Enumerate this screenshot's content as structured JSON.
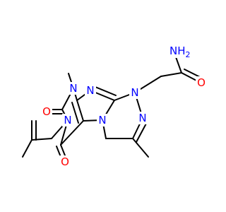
{
  "molecule": {
    "colors": {
      "carbon_bond": "#000000",
      "nitrogen": "#0000ff",
      "oxygen": "#ff0000",
      "background": "#ffffff"
    },
    "atom_labels": {
      "amide_nh2": {
        "text": "NH",
        "subscript": "2",
        "element": "N"
      },
      "amide_o": {
        "text": "O",
        "element": "O"
      },
      "ring_n1": {
        "text": "N",
        "element": "N"
      },
      "ring_n2": {
        "text": "N",
        "element": "N"
      },
      "ring_n_imidazole": {
        "text": "N",
        "element": "N"
      },
      "ring_n9": {
        "text": "N",
        "element": "N"
      },
      "ring_n_bridge": {
        "text": "N",
        "element": "N"
      },
      "ring_n7": {
        "text": "N",
        "element": "N"
      },
      "carbonyl_o_upper": {
        "text": "O",
        "element": "O"
      },
      "carbonyl_o_lower": {
        "text": "O",
        "element": "O"
      }
    }
  }
}
